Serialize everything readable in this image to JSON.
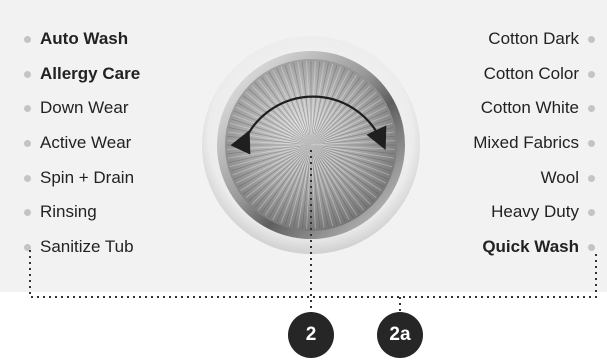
{
  "programs_left": [
    {
      "label": "Auto Wash",
      "bold": true
    },
    {
      "label": "Allergy Care",
      "bold": true
    },
    {
      "label": "Down Wear",
      "bold": false
    },
    {
      "label": "Active Wear",
      "bold": false
    },
    {
      "label": "Spin + Drain",
      "bold": false
    },
    {
      "label": "Rinsing",
      "bold": false
    },
    {
      "label": "Sanitize Tub",
      "bold": false
    }
  ],
  "programs_right": [
    {
      "label": "Cotton Dark",
      "bold": false
    },
    {
      "label": "Cotton Color",
      "bold": false
    },
    {
      "label": "Cotton White",
      "bold": false
    },
    {
      "label": "Mixed Fabrics",
      "bold": false
    },
    {
      "label": "Wool",
      "bold": false
    },
    {
      "label": "Heavy Duty",
      "bold": false
    },
    {
      "label": "Quick Wash",
      "bold": true
    }
  ],
  "callouts": {
    "dial": "2",
    "program_bracket": "2a"
  },
  "colors": {
    "panel": "#f2f2f2",
    "badge": "#262626",
    "dot": "#c4c4c4",
    "leader": "#333333"
  }
}
